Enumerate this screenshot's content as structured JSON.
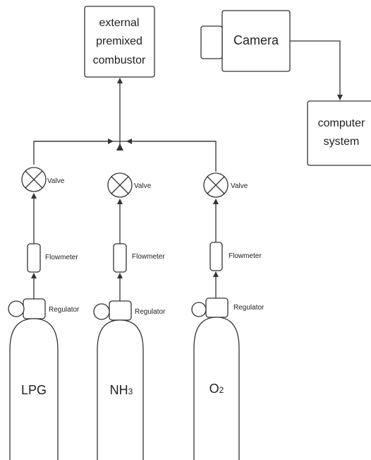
{
  "combustor": {
    "line1": "external",
    "line2": "premixed",
    "line3": "combustor"
  },
  "camera": {
    "label": "Camera"
  },
  "computer": {
    "line1": "computer",
    "line2": "system"
  },
  "component_labels": {
    "valve": "Valve",
    "flowmeter": "Flowmeter",
    "regulator": "Regulator"
  },
  "cylinders": [
    {
      "label": "LPG",
      "sub": ""
    },
    {
      "label": "NH",
      "sub": "3"
    },
    {
      "label": "O",
      "sub": "2"
    }
  ]
}
